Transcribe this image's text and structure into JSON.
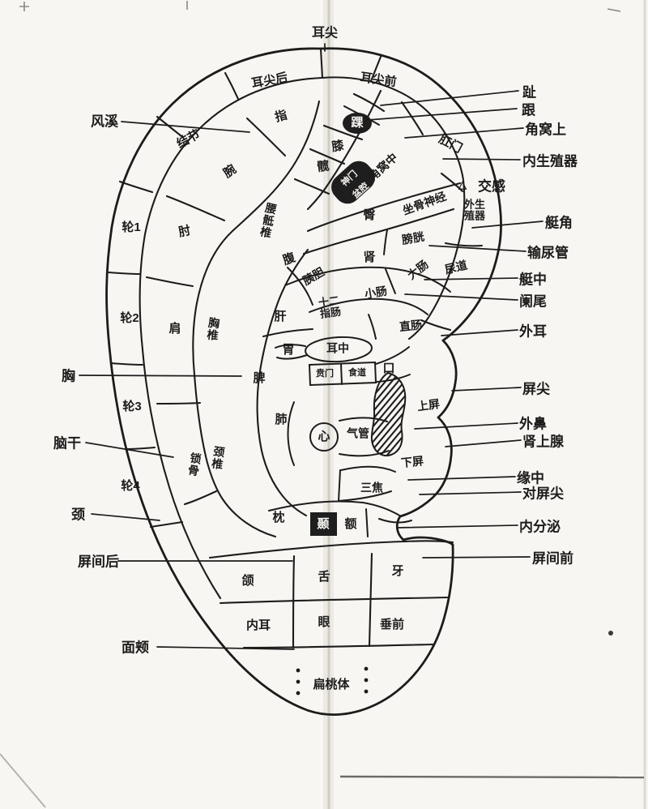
{
  "colors": {
    "ink": "#1c1c1c",
    "paper": "#f8f6f2"
  },
  "zones": {
    "erjianhou": "耳尖后",
    "erjianqian": "耳尖前",
    "zhi": "指",
    "huai": "踝",
    "jiejie": "结节",
    "xi": "膝",
    "gangmen": "肛门",
    "wan": "腕",
    "kuan": "髋",
    "jiaowozhong": "角窝中",
    "shenmen": "神门",
    "penqiang": "盆腔",
    "zuogushenjing": "坐骨神经",
    "waisheng_l1": "外生",
    "waisheng_l2": "殖器",
    "lun1": "轮1",
    "zhou": "肘",
    "yaodikuai": "腰骶椎",
    "tun": "臀",
    "pangguang": "膀胱",
    "shen": "肾",
    "niaodao": "尿道",
    "fu": "腹",
    "yidan": "胰胆",
    "dachang": "大肠",
    "xiaochang": "小肠",
    "shierzhi_l1": "十二",
    "shierzhi_l2": "指肠",
    "lun2": "轮2",
    "jian": "肩",
    "xiongzhui": "胸椎",
    "gan": "肝",
    "zhichang": "直肠",
    "erzhong": "耳中",
    "wei": "胃",
    "benmen": "贲门",
    "shidao": "食道",
    "kou": "口",
    "pi": "脾",
    "lun3": "轮3",
    "fei": "肺",
    "xin": "心",
    "qiguan": "气管",
    "shangping": "上屏",
    "xiaping": "下屏",
    "suogu": "锁骨",
    "jingzhui": "颈椎",
    "lun4": "轮4",
    "sanjiao": "三焦",
    "zhen": "枕",
    "nie": "颞",
    "e": "额",
    "he": "颌",
    "she": "舌",
    "ya": "牙",
    "neier": "内耳",
    "yan": "眼",
    "chuiqian": "垂前",
    "biantaoti": "扁桃体"
  },
  "callouts": {
    "erjian": "耳尖",
    "fengxi": "风溪",
    "zhi_toe": "趾",
    "gen": "跟",
    "jiaowoshang": "角窝上",
    "neishengzhiqi": "内生殖器",
    "jiaogan": "交感",
    "tingjiao": "艇角",
    "shuniaoguan": "输尿管",
    "tingzhong": "艇中",
    "lanwei": "阑尾",
    "waier": "外耳",
    "pingjian": "屏尖",
    "waibi": "外鼻",
    "shenshangxian": "肾上腺",
    "yuanzhong": "缘中",
    "duipingjian": "对屏尖",
    "neifenmi": "内分泌",
    "pingjianqian": "屏间前",
    "xiong": "胸",
    "naogan": "脑干",
    "jing": "颈",
    "pingjianhou": "屏间后",
    "mianjia": "面颊"
  },
  "markers": {
    "jiaogan_triangle": "△"
  }
}
